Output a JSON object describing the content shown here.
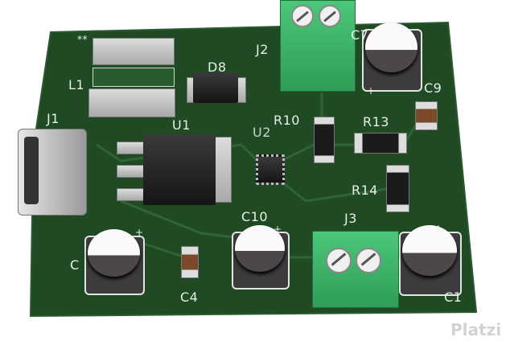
{
  "colors": {
    "board": "#1f4a24",
    "silkscreen": "#e8efe8",
    "terminal": "#3bb56a"
  },
  "labels": {
    "j1": "J1",
    "u1": "U1",
    "l1": "L1",
    "l1_mark": "**",
    "d8": "D8",
    "j2": "J2",
    "c7": "C7",
    "c9": "C9",
    "r10": "R10",
    "r13": "R13",
    "u2": "U2",
    "r14": "R14",
    "c10": "C10",
    "j3": "J3",
    "c1": "C1",
    "c4": "C4",
    "c_left": "C",
    "plus": "+"
  },
  "watermark": "Platzi"
}
